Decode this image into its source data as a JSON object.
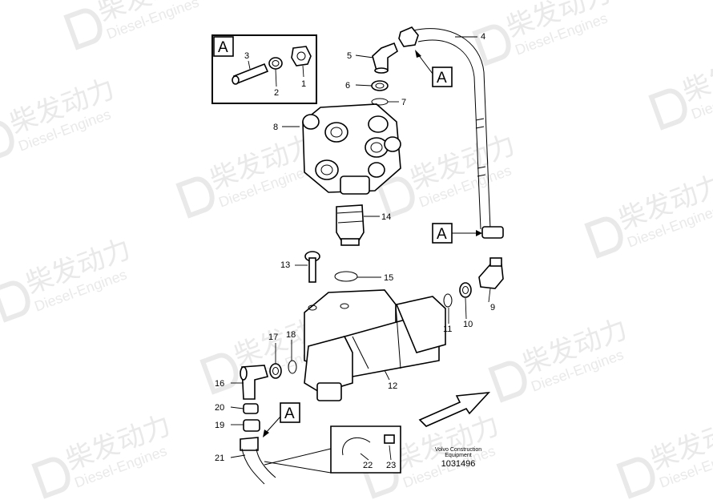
{
  "watermark": {
    "cn": "柴发动力",
    "en": "Diesel-Engines"
  },
  "parts": [
    "1",
    "2",
    "3",
    "4",
    "5",
    "6",
    "7",
    "8",
    "9",
    "10",
    "11",
    "12",
    "13",
    "14",
    "15",
    "16",
    "17",
    "18",
    "19",
    "20",
    "21",
    "22",
    "23"
  ],
  "detail_markers": [
    "A",
    "A",
    "A",
    "A"
  ],
  "footer": {
    "company_line1": "Volvo Construction",
    "company_line2": "Equipment",
    "ref_number": "1031496"
  }
}
